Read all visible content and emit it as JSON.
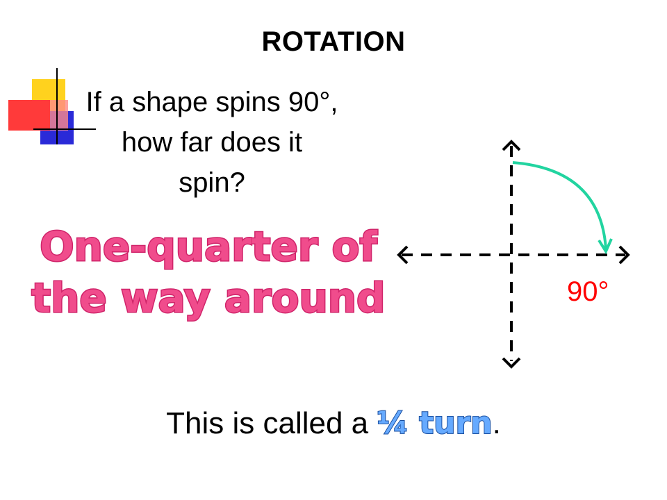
{
  "slide": {
    "title": "ROTATION",
    "question_lines": [
      "If a shape spins 90°,",
      "how far does it",
      "spin?"
    ],
    "answer_lines": [
      "One-quarter of",
      "the way around"
    ],
    "angle_label": "90°",
    "footer_prefix": "This is called a ",
    "footer_highlight": "¼ turn",
    "footer_suffix": "."
  },
  "colors": {
    "answer": "#f04c8c",
    "arc": "#22d4a0",
    "angle_label": "#ff0000",
    "highlight": "#66aaff"
  },
  "icons": {
    "decoration": "color-squares-crosshair-icon",
    "diagram": "dashed-axes-rotation-arrow-icon"
  }
}
